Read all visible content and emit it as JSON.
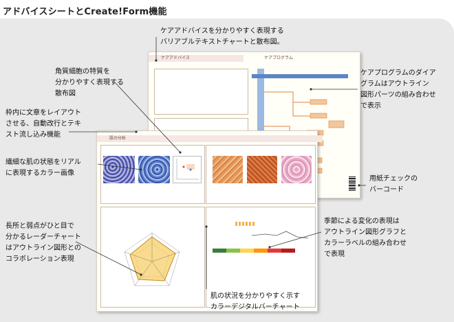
{
  "title": "アドバイスシートとCreate!Form機能",
  "sheet_back": {
    "left_header": "ケアアドバイス",
    "right_header": "ケアプログラム"
  },
  "sheet_front": {
    "header": "肌の分析"
  },
  "callouts": {
    "care_advice_1": "ケアアドバイスを分かりやすく表現する",
    "care_advice_2": "バリアブルテキストチャートと散布図。",
    "keratin_1": "角質細胞の特質を",
    "keratin_2": "分かりやすく表現する",
    "keratin_3": "散布図",
    "textflow_1": "枠内に文章をレイアウト",
    "textflow_2": "させる、自動改行とテキ",
    "textflow_3": "スト流し込み機能",
    "image_1": "繊細な肌の状態をリアル",
    "image_2": "に表現するカラー画像",
    "radar_1": "長所と弱点がひと目で",
    "radar_2": "分かるレーダーチャート",
    "radar_3": "はアウトライン図形との",
    "radar_4": "コラボレーション表現",
    "program_1": "ケアプログラムのダイア",
    "program_2": "グラムはアウトライン",
    "program_3": "図形パーツの組み合わせ",
    "program_4": "で表示",
    "barcode_1": "用紙チェックの",
    "barcode_2": "バーコード",
    "season_1": "季節による変化の表現は",
    "season_2": "アウトライン図形グラフと",
    "season_3": "カラーラベルの組み合わせ",
    "season_4": "で表現",
    "digital_1": "肌の状況を分かりやすく示す",
    "digital_2": "カラーデジタルバーチャート"
  },
  "colors": {
    "panel": "#e9e9e9",
    "sheet": "#fffef7",
    "header_band": "#f4e7e4",
    "accent_blue": "#5a86c4",
    "accent_orange": "#e2833c",
    "leader": "#333333"
  }
}
